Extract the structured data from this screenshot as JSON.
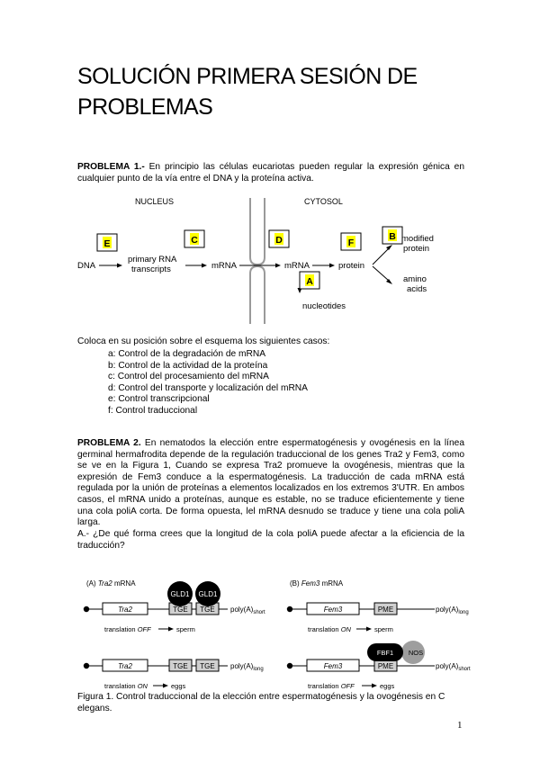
{
  "title": "SOLUCIÓN PRIMERA SESIÓN DE PROBLEMAS",
  "problem1": {
    "label": "PROBLEMA 1.-",
    "text": " En principio las células eucariotas pueden regular la expresión génica en cualquier punto de la vía entre el DNA y la proteína activa."
  },
  "diagram1": {
    "nucleus": "NUCLEUS",
    "cytosol": "CYTOSOL",
    "dna": "DNA",
    "primary_line1": "primary RNA",
    "primary_line2": "transcripts",
    "mrna_nucleus": "mRNA",
    "mrna_cytosol": "mRNA",
    "protein": "protein",
    "modified_line1": "modified",
    "modified_line2": "protein",
    "amino_line1": "amino",
    "amino_line2": "acids",
    "nucleotides": "nucleotides",
    "box_labels": [
      "E",
      "C",
      "D",
      "F",
      "B",
      "A"
    ],
    "highlight_color": "#ffff00"
  },
  "instructions": "Coloca en su posición sobre el esquema los siguientes casos:",
  "cases": [
    "a: Control de la degradación de mRNA",
    "b: Control de la actividad de la proteína",
    "c: Control del procesamiento del mRNA",
    "d: Control del transporte y localización del mRNA",
    "e: Control transcripcional",
    "f: Control traduccional"
  ],
  "problem2": {
    "label": "PROBLEMA 2.",
    "text": " En nematodos la elección entre espermatogénesis y ovogénesis en la línea germinal hermafrodita depende de la regulación traduccional de los genes Tra2 y Fem3, como se ve en la Figura 1, Cuando se expresa Tra2 promueve la ovogénesis, mientras que la expresión de Fem3 conduce a la espermatogénesis. La traducción de cada mRNA está regulada por la unión de proteínas a elementos localizados en los extremos 3'UTR. En ambos casos, el mRNA unido a proteínas, aunque es estable, no se traduce eficientemente y tiene una cola poliA corta. De forma opuesta, lel mRNA desnudo se traduce y tiene una cola poliA larga.",
    "question": "A.- ¿De qué forma crees que la longitud de la cola poliA puede afectar a la eficiencia de la traducción?"
  },
  "figure1": {
    "panelA": "(A) Tra2 mRNA",
    "panelB": "(B) Fem3 mRNA",
    "tra2": "Tra2",
    "fem3": "Fem3",
    "tge": "TGE",
    "pme": "PME",
    "gld1": "GLD1",
    "fbf1": "FBF1",
    "nos": "NOS",
    "polya_short": "poly(A)short",
    "polya_long": "poly(A)long",
    "trans_off_sperm": "translation OFF → sperm",
    "trans_on_sperm": "translation ON → sperm",
    "trans_on_eggs": "translation ON → eggs",
    "trans_off_eggs": "translation OFF → eggs"
  },
  "caption": "Figura 1. Control traduccional de la elección entre espermatogénesis y la ovogénesis en C elegans.",
  "page_number": "1"
}
